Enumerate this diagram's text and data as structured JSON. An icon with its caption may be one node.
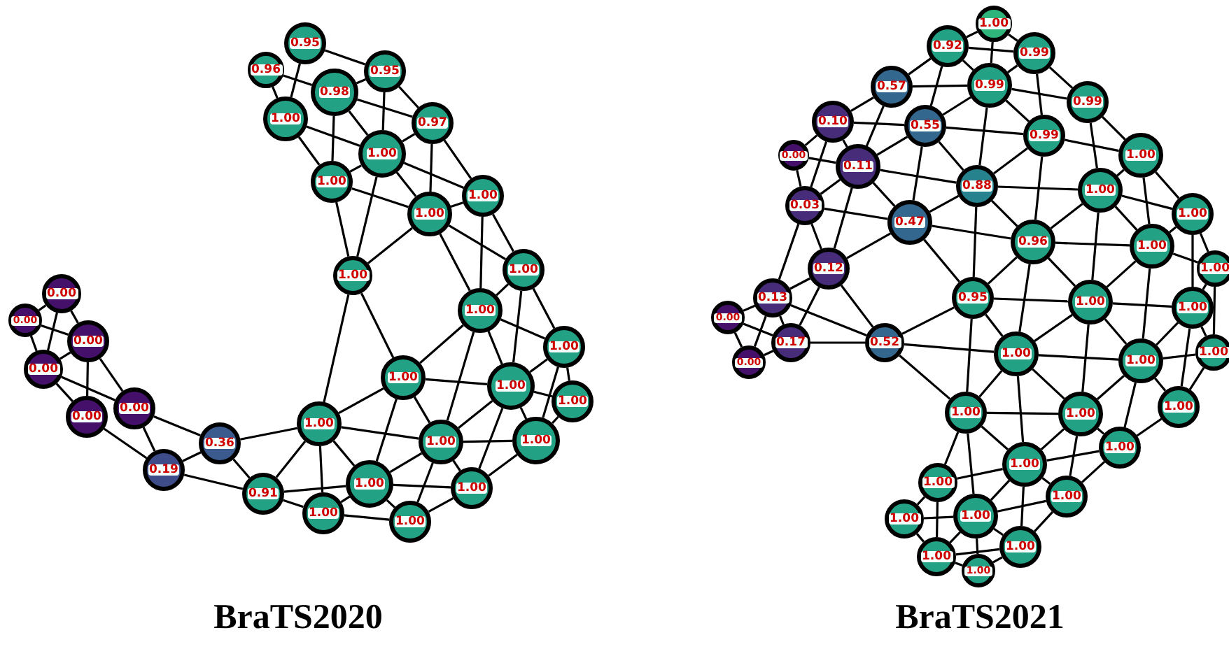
{
  "diagram": {
    "nodes": [
      {
        "text": [
          "0.95"
        ]
      },
      {
        "text": [
          "0.96"
        ]
      },
      {
        "text": [
          "0.95"
        ]
      },
      {
        "text": [
          "0.98"
        ]
      },
      {
        "text": [
          "1.00"
        ]
      },
      {
        "text": [
          "0.97"
        ]
      },
      {
        "text": [
          "1.00"
        ]
      },
      {
        "text": [
          "1.00"
        ]
      },
      {
        "text": [
          "1.00"
        ]
      },
      {
        "text": [
          "1.00"
        ]
      },
      {
        "text": [
          "1.00"
        ]
      },
      {
        "text": [
          "1.00"
        ]
      },
      {
        "text": [
          "1.00"
        ]
      },
      {
        "text": [
          "1.00"
        ]
      },
      {
        "text": [
          "1.00"
        ]
      },
      {
        "text": [
          "1.00"
        ]
      },
      {
        "text": [
          "1.00"
        ]
      },
      {
        "text": [
          "1.00"
        ]
      },
      {
        "text": [
          "1.00"
        ]
      },
      {
        "text": [
          "1.00"
        ]
      },
      {
        "text": [
          "1.00"
        ]
      },
      {
        "text": [
          "1.00"
        ]
      },
      {
        "text": [
          "1.00"
        ]
      },
      {
        "text": [
          "1.00"
        ]
      },
      {
        "text": [
          "0.00"
        ]
      },
      {
        "text": [
          "0.00"
        ]
      },
      {
        "text": [
          "0.00"
        ]
      },
      {
        "text": [
          "0.00"
        ]
      },
      {
        "text": [
          "0.00"
        ]
      },
      {
        "text": [
          "0.00"
        ]
      },
      {
        "text": [
          "0.36"
        ]
      },
      {
        "text": [
          "0.19"
        ]
      },
      {
        "text": [
          "0.91"
        ]
      },
      {
        "text": [
          "1.00"
        ]
      },
      {
        "text": [
          "0.92"
        ]
      },
      {
        "text": [
          "0.99"
        ]
      },
      {
        "text": [
          "0.57"
        ]
      },
      {
        "text": [
          "0.99"
        ]
      },
      {
        "text": [
          "0.99"
        ]
      },
      {
        "text": [
          "0.10"
        ]
      },
      {
        "text": [
          "0.55"
        ]
      },
      {
        "text": [
          "0.99"
        ]
      },
      {
        "text": [
          "0.00"
        ]
      },
      {
        "text": [
          "0.11"
        ]
      },
      {
        "text": [
          "1.00"
        ]
      },
      {
        "text": [
          "0.03"
        ]
      },
      {
        "text": [
          "0.88"
        ]
      },
      {
        "text": [
          "1.00"
        ]
      },
      {
        "text": [
          "0.47"
        ]
      },
      {
        "text": [
          "1.00"
        ]
      },
      {
        "text": [
          "0.96"
        ]
      },
      {
        "text": [
          "1.00"
        ]
      },
      {
        "text": [
          "1.00"
        ]
      },
      {
        "text": [
          "0.12"
        ]
      },
      {
        "text": [
          "0.13"
        ]
      },
      {
        "text": [
          "0.00"
        ]
      },
      {
        "text": [
          "0.95"
        ]
      },
      {
        "text": [
          "1.00"
        ]
      },
      {
        "text": [
          "1.00"
        ]
      },
      {
        "text": [
          "0.17"
        ]
      },
      {
        "text": [
          "0.00"
        ]
      },
      {
        "text": [
          "0.52"
        ]
      },
      {
        "text": [
          "1.00"
        ]
      },
      {
        "text": [
          "1.00"
        ]
      },
      {
        "text": [
          "1.00"
        ]
      },
      {
        "text": [
          "1.00"
        ]
      },
      {
        "text": [
          "1.00"
        ]
      },
      {
        "text": [
          "1.00"
        ]
      },
      {
        "text": [
          "1.00"
        ]
      },
      {
        "text": [
          "1.00"
        ]
      },
      {
        "text": [
          "1.00"
        ]
      },
      {
        "text": [
          "1.00"
        ]
      },
      {
        "text": [
          "1.00"
        ]
      },
      {
        "text": [
          "1.00"
        ]
      },
      {
        "text": [
          "1.00"
        ]
      },
      {
        "text": [
          "1.00"
        ]
      },
      {
        "text": [
          "1.00"
        ]
      }
    ],
    "edges": [
      {
        "from": 0,
        "to": 2,
        "arrow": "none"
      },
      {
        "from": 0,
        "to": 4,
        "arrow": "none"
      },
      {
        "from": 1,
        "to": 3,
        "arrow": "none"
      },
      {
        "from": 1,
        "to": 4,
        "arrow": "none"
      },
      {
        "from": 2,
        "to": 3,
        "arrow": "none"
      },
      {
        "from": 2,
        "to": 5,
        "arrow": "none"
      },
      {
        "from": 2,
        "to": 6,
        "arrow": "none"
      },
      {
        "from": 3,
        "to": 5,
        "arrow": "none"
      },
      {
        "from": 3,
        "to": 6,
        "arrow": "none"
      },
      {
        "from": 3,
        "to": 7,
        "arrow": "none"
      },
      {
        "from": 4,
        "to": 6,
        "arrow": "none"
      },
      {
        "from": 4,
        "to": 7,
        "arrow": "none"
      },
      {
        "from": 5,
        "to": 6,
        "arrow": "none"
      },
      {
        "from": 5,
        "to": 9,
        "arrow": "none"
      },
      {
        "from": 5,
        "to": 8,
        "arrow": "none"
      },
      {
        "from": 6,
        "to": 7,
        "arrow": "none"
      },
      {
        "from": 6,
        "to": 9,
        "arrow": "none"
      },
      {
        "from": 6,
        "to": 8,
        "arrow": "none"
      },
      {
        "from": 6,
        "to": 10,
        "arrow": "none"
      },
      {
        "from": 7,
        "to": 9,
        "arrow": "none"
      },
      {
        "from": 7,
        "to": 10,
        "arrow": "none"
      },
      {
        "from": 9,
        "to": 8,
        "arrow": "none"
      },
      {
        "from": 9,
        "to": 10,
        "arrow": "none"
      },
      {
        "from": 9,
        "to": 12,
        "arrow": "none"
      },
      {
        "from": 9,
        "to": 11,
        "arrow": "none"
      },
      {
        "from": 8,
        "to": 12,
        "arrow": "none"
      },
      {
        "from": 8,
        "to": 11,
        "arrow": "none"
      },
      {
        "from": 11,
        "to": 12,
        "arrow": "none"
      },
      {
        "from": 11,
        "to": 15,
        "arrow": "none"
      },
      {
        "from": 11,
        "to": 13,
        "arrow": "none"
      },
      {
        "from": 10,
        "to": 17,
        "arrow": "none"
      },
      {
        "from": 10,
        "to": 14,
        "arrow": "none"
      },
      {
        "from": 12,
        "to": 14,
        "arrow": "none"
      },
      {
        "from": 12,
        "to": 13,
        "arrow": "none"
      },
      {
        "from": 12,
        "to": 15,
        "arrow": "none"
      },
      {
        "from": 12,
        "to": 18,
        "arrow": "none"
      },
      {
        "from": 13,
        "to": 15,
        "arrow": "none"
      },
      {
        "from": 13,
        "to": 16,
        "arrow": "none"
      },
      {
        "from": 13,
        "to": 19,
        "arrow": "none"
      },
      {
        "from": 14,
        "to": 15,
        "arrow": "none"
      },
      {
        "from": 14,
        "to": 17,
        "arrow": "none"
      },
      {
        "from": 14,
        "to": 18,
        "arrow": "none"
      },
      {
        "from": 14,
        "to": 20,
        "arrow": "none"
      },
      {
        "from": 15,
        "to": 16,
        "arrow": "none"
      },
      {
        "from": 15,
        "to": 18,
        "arrow": "none"
      },
      {
        "from": 15,
        "to": 21,
        "arrow": "none"
      },
      {
        "from": 15,
        "to": 19,
        "arrow": "none"
      },
      {
        "from": 16,
        "to": 19,
        "arrow": "none"
      },
      {
        "from": 17,
        "to": 18,
        "arrow": "none"
      },
      {
        "from": 17,
        "to": 20,
        "arrow": "none"
      },
      {
        "from": 17,
        "to": 22,
        "arrow": "none"
      },
      {
        "from": 18,
        "to": 19,
        "arrow": "none"
      },
      {
        "from": 18,
        "to": 20,
        "arrow": "none"
      },
      {
        "from": 18,
        "to": 21,
        "arrow": "none"
      },
      {
        "from": 18,
        "to": 23,
        "arrow": "none"
      },
      {
        "from": 19,
        "to": 21,
        "arrow": "none"
      },
      {
        "from": 20,
        "to": 21,
        "arrow": "none"
      },
      {
        "from": 20,
        "to": 22,
        "arrow": "none"
      },
      {
        "from": 20,
        "to": 23,
        "arrow": "none"
      },
      {
        "from": 22,
        "to": 23,
        "arrow": "none"
      },
      {
        "from": 23,
        "to": 21,
        "arrow": "none"
      },
      {
        "from": 24,
        "to": 25,
        "arrow": "none"
      },
      {
        "from": 24,
        "to": 27,
        "arrow": "none"
      },
      {
        "from": 24,
        "to": 26,
        "arrow": "none"
      },
      {
        "from": 25,
        "to": 27,
        "arrow": "none"
      },
      {
        "from": 25,
        "to": 26,
        "arrow": "none"
      },
      {
        "from": 26,
        "to": 27,
        "arrow": "none"
      },
      {
        "from": 26,
        "to": 28,
        "arrow": "none"
      },
      {
        "from": 26,
        "to": 29,
        "arrow": "none"
      },
      {
        "from": 27,
        "to": 28,
        "arrow": "none"
      },
      {
        "from": 27,
        "to": 29,
        "arrow": "none"
      },
      {
        "from": 28,
        "to": 31,
        "arrow": "none"
      },
      {
        "from": 29,
        "to": 31,
        "arrow": "none"
      },
      {
        "from": 29,
        "to": 30,
        "arrow": "none"
      },
      {
        "from": 30,
        "to": 31,
        "arrow": "none"
      },
      {
        "from": 30,
        "to": 17,
        "arrow": "none"
      },
      {
        "from": 30,
        "to": 32,
        "arrow": "none"
      },
      {
        "from": 31,
        "to": 32,
        "arrow": "none"
      },
      {
        "from": 32,
        "to": 17,
        "arrow": "none"
      },
      {
        "from": 32,
        "to": 20,
        "arrow": "none"
      },
      {
        "from": 32,
        "to": 22,
        "arrow": "none"
      },
      {
        "from": 34,
        "to": 33,
        "arrow": "none"
      },
      {
        "from": 33,
        "to": 35,
        "arrow": "none"
      },
      {
        "from": 34,
        "to": 35,
        "arrow": "none"
      },
      {
        "from": 34,
        "to": 37,
        "arrow": "none"
      },
      {
        "from": 35,
        "to": 37,
        "arrow": "none"
      },
      {
        "from": 33,
        "to": 37,
        "arrow": "none"
      },
      {
        "from": 34,
        "to": 36,
        "arrow": "none"
      },
      {
        "from": 34,
        "to": 40,
        "arrow": "none"
      },
      {
        "from": 35,
        "to": 38,
        "arrow": "none"
      },
      {
        "from": 35,
        "to": 41,
        "arrow": "none"
      },
      {
        "from": 36,
        "to": 37,
        "arrow": "none"
      },
      {
        "from": 36,
        "to": 39,
        "arrow": "none"
      },
      {
        "from": 36,
        "to": 43,
        "arrow": "none"
      },
      {
        "from": 37,
        "to": 38,
        "arrow": "none"
      },
      {
        "from": 37,
        "to": 40,
        "arrow": "none"
      },
      {
        "from": 37,
        "to": 41,
        "arrow": "none"
      },
      {
        "from": 37,
        "to": 46,
        "arrow": "none"
      },
      {
        "from": 39,
        "to": 40,
        "arrow": "none"
      },
      {
        "from": 39,
        "to": 42,
        "arrow": "none"
      },
      {
        "from": 39,
        "to": 45,
        "arrow": "none"
      },
      {
        "from": 39,
        "to": 43,
        "arrow": "none"
      },
      {
        "from": 40,
        "to": 43,
        "arrow": "none"
      },
      {
        "from": 40,
        "to": 41,
        "arrow": "none"
      },
      {
        "from": 40,
        "to": 46,
        "arrow": "none"
      },
      {
        "from": 40,
        "to": 48,
        "arrow": "none"
      },
      {
        "from": 38,
        "to": 47,
        "arrow": "none"
      },
      {
        "from": 38,
        "to": 44,
        "arrow": "none"
      },
      {
        "from": 41,
        "to": 44,
        "arrow": "none"
      },
      {
        "from": 41,
        "to": 46,
        "arrow": "none"
      },
      {
        "from": 41,
        "to": 50,
        "arrow": "none"
      },
      {
        "from": 42,
        "to": 43,
        "arrow": "none"
      },
      {
        "from": 42,
        "to": 45,
        "arrow": "none"
      },
      {
        "from": 43,
        "to": 45,
        "arrow": "none"
      },
      {
        "from": 43,
        "to": 46,
        "arrow": "none"
      },
      {
        "from": 43,
        "to": 48,
        "arrow": "none"
      },
      {
        "from": 43,
        "to": 53,
        "arrow": "none"
      },
      {
        "from": 45,
        "to": 48,
        "arrow": "none"
      },
      {
        "from": 45,
        "to": 53,
        "arrow": "none"
      },
      {
        "from": 45,
        "to": 54,
        "arrow": "none"
      },
      {
        "from": 46,
        "to": 48,
        "arrow": "none"
      },
      {
        "from": 46,
        "to": 47,
        "arrow": "none"
      },
      {
        "from": 46,
        "to": 50,
        "arrow": "none"
      },
      {
        "from": 46,
        "to": 56,
        "arrow": "none"
      },
      {
        "from": 47,
        "to": 44,
        "arrow": "none"
      },
      {
        "from": 47,
        "to": 49,
        "arrow": "none"
      },
      {
        "from": 47,
        "to": 50,
        "arrow": "none"
      },
      {
        "from": 47,
        "to": 51,
        "arrow": "none"
      },
      {
        "from": 47,
        "to": 57,
        "arrow": "none"
      },
      {
        "from": 44,
        "to": 49,
        "arrow": "none"
      },
      {
        "from": 44,
        "to": 51,
        "arrow": "none"
      },
      {
        "from": 48,
        "to": 50,
        "arrow": "none"
      },
      {
        "from": 48,
        "to": 53,
        "arrow": "none"
      },
      {
        "from": 48,
        "to": 56,
        "arrow": "none"
      },
      {
        "from": 50,
        "to": 51,
        "arrow": "none"
      },
      {
        "from": 50,
        "to": 56,
        "arrow": "none"
      },
      {
        "from": 50,
        "to": 57,
        "arrow": "none"
      },
      {
        "from": 50,
        "to": 62,
        "arrow": "none"
      },
      {
        "from": 49,
        "to": 51,
        "arrow": "none"
      },
      {
        "from": 49,
        "to": 52,
        "arrow": "none"
      },
      {
        "from": 49,
        "to": 58,
        "arrow": "none"
      },
      {
        "from": 51,
        "to": 52,
        "arrow": "none"
      },
      {
        "from": 51,
        "to": 57,
        "arrow": "none"
      },
      {
        "from": 51,
        "to": 63,
        "arrow": "none"
      },
      {
        "from": 52,
        "to": 58,
        "arrow": "none"
      },
      {
        "from": 52,
        "to": 64,
        "arrow": "none"
      },
      {
        "from": 53,
        "to": 54,
        "arrow": "none"
      },
      {
        "from": 53,
        "to": 59,
        "arrow": "none"
      },
      {
        "from": 53,
        "to": 61,
        "arrow": "none"
      },
      {
        "from": 54,
        "to": 55,
        "arrow": "none"
      },
      {
        "from": 54,
        "to": 59,
        "arrow": "none"
      },
      {
        "from": 54,
        "to": 60,
        "arrow": "none"
      },
      {
        "from": 54,
        "to": 61,
        "arrow": "none"
      },
      {
        "from": 55,
        "to": 59,
        "arrow": "none"
      },
      {
        "from": 55,
        "to": 60,
        "arrow": "none"
      },
      {
        "from": 59,
        "to": 60,
        "arrow": "none"
      },
      {
        "from": 59,
        "to": 61,
        "arrow": "none"
      },
      {
        "from": 61,
        "to": 56,
        "arrow": "none"
      },
      {
        "from": 61,
        "to": 62,
        "arrow": "none"
      },
      {
        "from": 61,
        "to": 66,
        "arrow": "none"
      },
      {
        "from": 56,
        "to": 62,
        "arrow": "none"
      },
      {
        "from": 56,
        "to": 57,
        "arrow": "none"
      },
      {
        "from": 56,
        "to": 66,
        "arrow": "none"
      },
      {
        "from": 62,
        "to": 57,
        "arrow": "none"
      },
      {
        "from": 62,
        "to": 67,
        "arrow": "none"
      },
      {
        "from": 62,
        "to": 66,
        "arrow": "none"
      },
      {
        "from": 62,
        "to": 63,
        "arrow": "none"
      },
      {
        "from": 62,
        "to": 69,
        "arrow": "none"
      },
      {
        "from": 57,
        "to": 58,
        "arrow": "none"
      },
      {
        "from": 57,
        "to": 63,
        "arrow": "none"
      },
      {
        "from": 57,
        "to": 67,
        "arrow": "none"
      },
      {
        "from": 58,
        "to": 63,
        "arrow": "none"
      },
      {
        "from": 58,
        "to": 64,
        "arrow": "none"
      },
      {
        "from": 58,
        "to": 65,
        "arrow": "none"
      },
      {
        "from": 63,
        "to": 64,
        "arrow": "none"
      },
      {
        "from": 63,
        "to": 67,
        "arrow": "none"
      },
      {
        "from": 63,
        "to": 65,
        "arrow": "none"
      },
      {
        "from": 63,
        "to": 68,
        "arrow": "none"
      },
      {
        "from": 64,
        "to": 65,
        "arrow": "none"
      },
      {
        "from": 65,
        "to": 68,
        "arrow": "none"
      },
      {
        "from": 67,
        "to": 66,
        "arrow": "none"
      },
      {
        "from": 66,
        "to": 69,
        "arrow": "none"
      },
      {
        "from": 66,
        "to": 70,
        "arrow": "none"
      },
      {
        "from": 66,
        "to": 72,
        "arrow": "none"
      },
      {
        "from": 67,
        "to": 69,
        "arrow": "none"
      },
      {
        "from": 67,
        "to": 68,
        "arrow": "none"
      },
      {
        "from": 67,
        "to": 71,
        "arrow": "none"
      },
      {
        "from": 68,
        "to": 71,
        "arrow": "none"
      },
      {
        "from": 68,
        "to": 69,
        "arrow": "none"
      },
      {
        "from": 69,
        "to": 70,
        "arrow": "none"
      },
      {
        "from": 69,
        "to": 71,
        "arrow": "none"
      },
      {
        "from": 69,
        "to": 72,
        "arrow": "none"
      },
      {
        "from": 69,
        "to": 74,
        "arrow": "none"
      },
      {
        "from": 70,
        "to": 73,
        "arrow": "none"
      },
      {
        "from": 70,
        "to": 75,
        "arrow": "none"
      },
      {
        "from": 71,
        "to": 72,
        "arrow": "none"
      },
      {
        "from": 71,
        "to": 74,
        "arrow": "none"
      },
      {
        "from": 72,
        "to": 73,
        "arrow": "none"
      },
      {
        "from": 72,
        "to": 74,
        "arrow": "none"
      },
      {
        "from": 72,
        "to": 75,
        "arrow": "none"
      },
      {
        "from": 72,
        "to": 76,
        "arrow": "none"
      },
      {
        "from": 73,
        "to": 75,
        "arrow": "none"
      },
      {
        "from": 74,
        "to": 76,
        "arrow": "none"
      },
      {
        "from": 75,
        "to": 76,
        "arrow": "none"
      },
      {
        "from": 74,
        "to": 75,
        "arrow": "none"
      }
    ],
    "labels": [
      "BraTS2020",
      "BraTS2021"
    ]
  }
}
